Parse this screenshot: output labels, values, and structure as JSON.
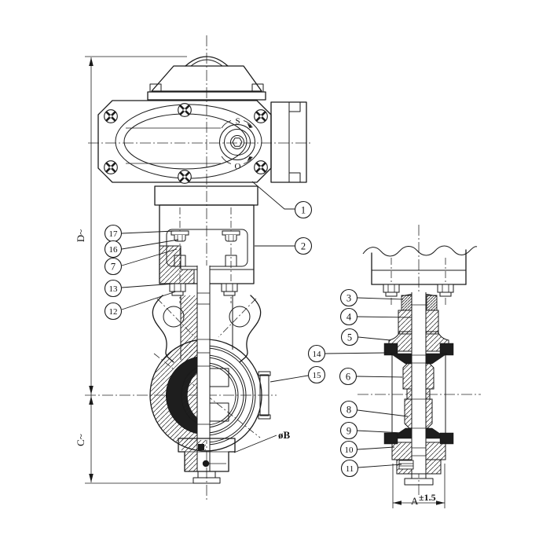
{
  "drawing": {
    "kind": "butterfly-valve-with-electric-actuator-assembly-section"
  },
  "callouts": [
    {
      "label": "1"
    },
    {
      "label": "2"
    },
    {
      "label": "3"
    },
    {
      "label": "4"
    },
    {
      "label": "5"
    },
    {
      "label": "6"
    },
    {
      "label": "7"
    },
    {
      "label": "8"
    },
    {
      "label": "9"
    },
    {
      "label": "10"
    },
    {
      "label": "11"
    },
    {
      "label": "12"
    },
    {
      "label": "13"
    },
    {
      "label": "14"
    },
    {
      "label": "15"
    },
    {
      "label": "16"
    },
    {
      "label": "17"
    }
  ],
  "dimensions": {
    "upper_height": "D~",
    "lower_height": "C~",
    "disc_diameter": "øB",
    "width_label": "A",
    "width_tolerance": "±1.5"
  },
  "actuator_dial": {
    "shut": "S",
    "open": "O"
  },
  "colors": {
    "line": "#1a1a1a",
    "background": "#ffffff",
    "seat_seal": "#1e1e1e"
  }
}
